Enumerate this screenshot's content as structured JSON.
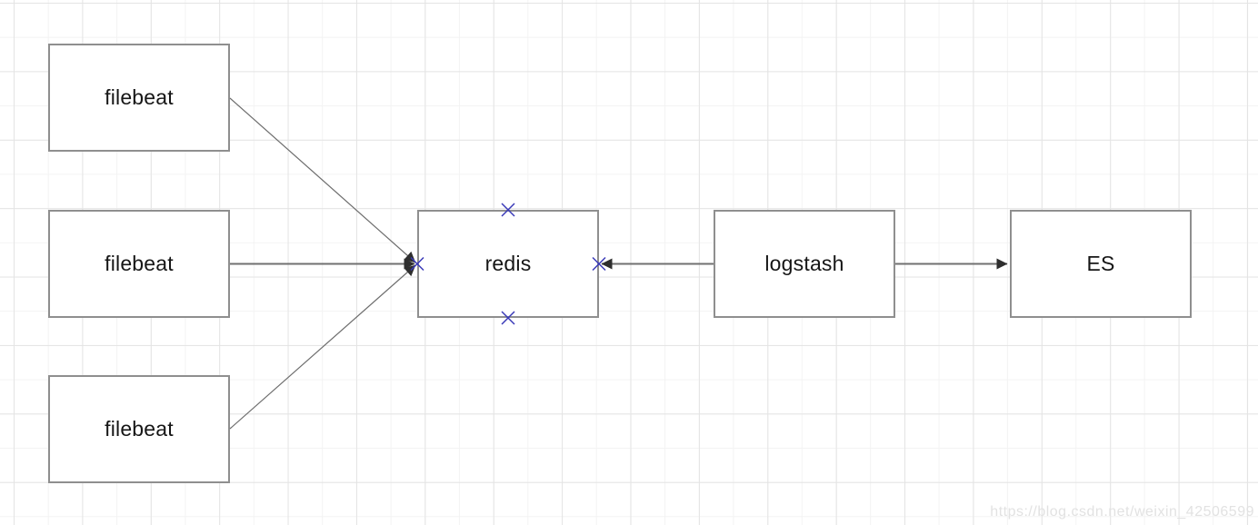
{
  "diagram": {
    "nodes": {
      "filebeat_top": {
        "label": "filebeat"
      },
      "filebeat_middle": {
        "label": "filebeat"
      },
      "filebeat_bottom": {
        "label": "filebeat"
      },
      "redis": {
        "label": "redis"
      },
      "logstash": {
        "label": "logstash"
      },
      "es": {
        "label": "ES"
      }
    },
    "edges": [
      {
        "from": "filebeat_top",
        "to": "redis"
      },
      {
        "from": "filebeat_middle",
        "to": "redis"
      },
      {
        "from": "filebeat_bottom",
        "to": "redis"
      },
      {
        "from": "logstash",
        "to": "redis"
      },
      {
        "from": "logstash",
        "to": "es"
      }
    ],
    "connection_points": [
      {
        "node": "redis",
        "side": "top"
      },
      {
        "node": "redis",
        "side": "bottom"
      },
      {
        "node": "redis",
        "side": "left"
      },
      {
        "node": "redis",
        "side": "right"
      }
    ],
    "colors": {
      "node_border": "#8f8f8f",
      "node_fill": "#ffffff",
      "node_text": "#161616",
      "edge_line": "#707070",
      "arrowhead": "#2e2e2e",
      "connection_cross": "#3a3ab8",
      "grid_minor": "#f3f3f3",
      "grid_major": "#e4e4e4",
      "background": "#ffffff"
    }
  },
  "watermark": {
    "text": "https://blog.csdn.net/weixin_42506599"
  }
}
